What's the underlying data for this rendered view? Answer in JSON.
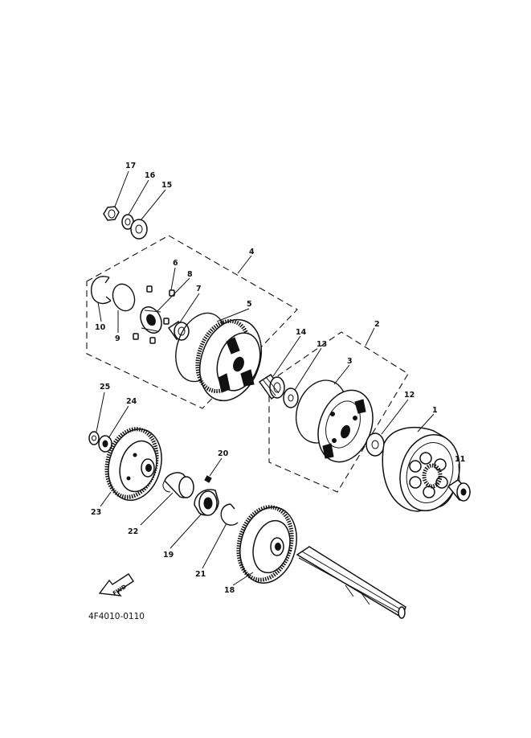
{
  "diagram_code": "4F4010-0110",
  "fwd_label": "FWD",
  "callouts": {
    "p1": "1",
    "p2": "2",
    "p3": "3",
    "p4": "4",
    "p5": "5",
    "p6": "6",
    "p7": "7",
    "p8": "8",
    "p9": "9",
    "p10": "10",
    "p11": "11",
    "p12": "12",
    "p13": "13",
    "p14": "14",
    "p15": "15",
    "p16": "16",
    "p17": "17",
    "p18": "18",
    "p19": "19",
    "p20": "20",
    "p21": "21",
    "p22": "22",
    "p23": "23",
    "p24": "24",
    "p25": "25"
  }
}
